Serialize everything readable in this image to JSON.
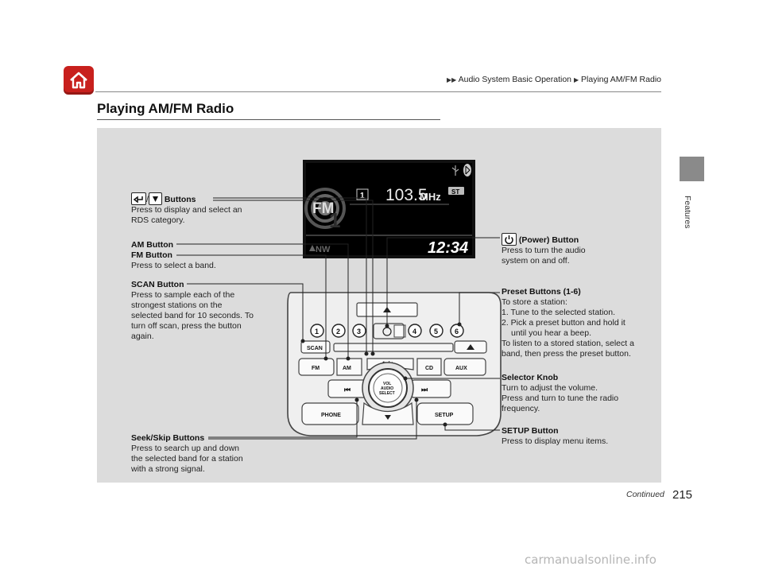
{
  "header": {
    "breadcrumb_1": "Audio System Basic Operation",
    "breadcrumb_2": "Playing AM/FM Radio"
  },
  "page_title": "Playing AM/FM Radio",
  "side_tab": "Features",
  "display": {
    "band": "FM",
    "preset_number": "1",
    "frequency": "103.5",
    "unit": "MHz",
    "stereo_badge": "ST",
    "compass": "NW",
    "clock": "12:34"
  },
  "unit_labels": {
    "scan": "SCAN",
    "fm": "FM",
    "am": "AM",
    "cd": "CD",
    "aux": "AUX",
    "phone": "PHONE",
    "setup": "SETUP",
    "knob": "VOL AUDIO SELECT",
    "presets": [
      "1",
      "2",
      "3",
      "4",
      "5",
      "6"
    ]
  },
  "callouts": {
    "rds": {
      "title": "Buttons",
      "sep": "/",
      "body": "Press to display and select an RDS category."
    },
    "am_fm": {
      "title_am": "AM Button",
      "title_fm": "FM Button",
      "body": "Press to select a band."
    },
    "scan": {
      "title": "SCAN Button",
      "body": "Press to sample each of the strongest stations on the selected band for 10 seconds. To turn off scan, press the button again."
    },
    "seek": {
      "title": "Seek/Skip Buttons",
      "body": "Press to search up and down the selected band for a station with a strong signal."
    },
    "power": {
      "title": "(Power) Button",
      "body": "Press to turn the audio system on and off."
    },
    "preset": {
      "title": "Preset Buttons (1-6)",
      "intro": "To store a station:",
      "step1": "1.  Tune to the selected station.",
      "step2": "2.  Pick a preset button and hold it",
      "step2b": "until you hear a beep.",
      "outro": "To listen to a stored station, select a band, then press the preset button."
    },
    "knob": {
      "title": "Selector Knob",
      "body1": "Turn to adjust the volume.",
      "body2": "Press and turn to tune the radio frequency."
    },
    "setup": {
      "title": "SETUP Button",
      "body": "Press to display menu items."
    }
  },
  "footer": {
    "continued": "Continued",
    "page_number": "215",
    "watermark": "carmanualsonline.info"
  }
}
